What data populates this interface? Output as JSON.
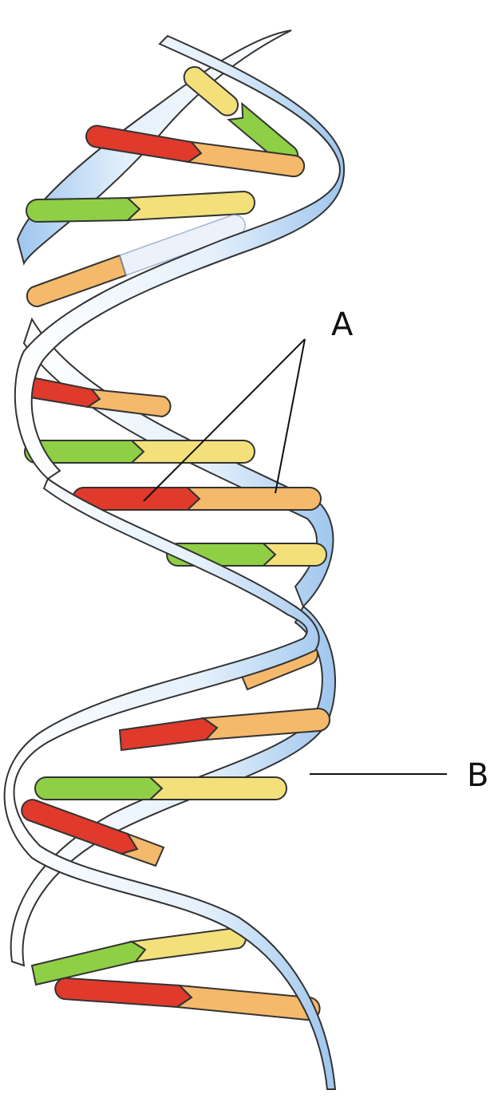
{
  "labels": {
    "a": "A",
    "b": "B"
  },
  "colors": {
    "red": "#e03a2c",
    "green": "#8fcf45",
    "yellow": "#f3e07a",
    "orange": "#f4b96a",
    "backbone_fill": "#ffffff",
    "backbone_shade": "#a9cdf0",
    "outline": "#333333"
  },
  "base_pairs": [
    {
      "left": "yellow",
      "right": "green"
    },
    {
      "left": "red",
      "right": "orange"
    },
    {
      "left": "green",
      "right": "yellow"
    },
    {
      "left": "orange",
      "right": "blue"
    },
    {
      "left": "red",
      "right": "orange"
    },
    {
      "left": "green",
      "right": "yellow"
    },
    {
      "left": "red",
      "right": "orange"
    },
    {
      "left": "green",
      "right": "yellow"
    },
    {
      "left": "orange",
      "right": "orange"
    },
    {
      "left": "red",
      "right": "orange"
    },
    {
      "left": "green",
      "right": "yellow"
    },
    {
      "left": "red",
      "right": "orange"
    },
    {
      "left": "green",
      "right": "yellow"
    },
    {
      "left": "red",
      "right": "orange"
    }
  ]
}
